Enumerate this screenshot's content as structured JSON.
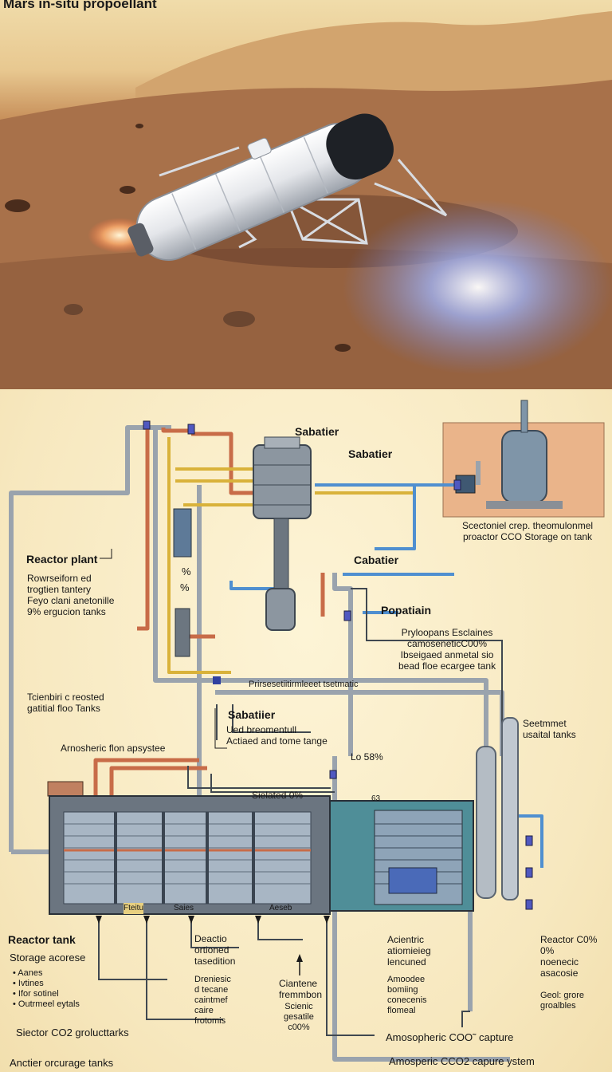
{
  "scene": {
    "title": "Mars in-situ propoellant"
  },
  "diagram": {
    "labels": {
      "sabatier_top": "Sabatier",
      "sabatier_mid": "Sabatier",
      "storage_caption": "Scectoniel crep. theomulonmel\nproactor CCO Storage on tank",
      "reactor_plant": "Reactor plant",
      "reactor_notes": "Rowrseiforn ed\ntrogtien tantery\nFeyo clani anetonille\n9% ergucion tanks",
      "pct_a": "%",
      "pct_b": "%",
      "cabatier": "Cabatier",
      "popatiain": "Popatiain",
      "popatiain_notes": "Pryloopans Esclaines\ncamoseneticC00%\nIbseigaed anmetal sio\nbead floe ecargee tank",
      "scientific_left": "Tcienbiri c reosted\ngatitial floo Tanks",
      "pressure_line": "Prirsesetiitirmleeet tsetmatic",
      "sabatiier_low": "Sabatiier",
      "sabatiier_low_notes": "Ued breomentull\nActiaed and tome tange",
      "right_tanks": "Seetmmet\nusaital tanks",
      "atmos_flow": "Arnosheric flon apsystee",
      "lo_pct": "Lo 58%",
      "sielated": "Sielated 0%",
      "num_63": "63",
      "cell_a": "Fteitu",
      "cell_b": "Saies",
      "cell_c": "Aeseb",
      "reactor_tank": "Reactor tank",
      "storage_acorese": "Storage acorese",
      "bullets": "• Aanes\n• Ivtines\n• Ifor sotinel\n• Outrmeel eytals",
      "deactio": "Deactio\nortioned\ntasedition",
      "dreniesic": "Dreniesic\nd tecane\ncaintmef\ncaire\nfrotomis",
      "ciantene": "Ciantene\nfremmbon",
      "scienic": "Scienic\ngesatile\nc00%",
      "acientric": "Acientric\natiomieieg\nlencuned",
      "amoodee": "Amoodee\nbomiing\nconecenis\nflomeal",
      "reactor_co": "Reactor C0%\n0%\nnoenecic\nasacosie",
      "geol": "Geol: grore\ngroalbles",
      "siector": "Siector CO2 grolucttarks",
      "atmos_capture": "Amosopheric COO˜ capture",
      "anctier": "Anctier orcurage tanks",
      "atmos_system": "Amosperic CCO2 capure ystem"
    }
  }
}
